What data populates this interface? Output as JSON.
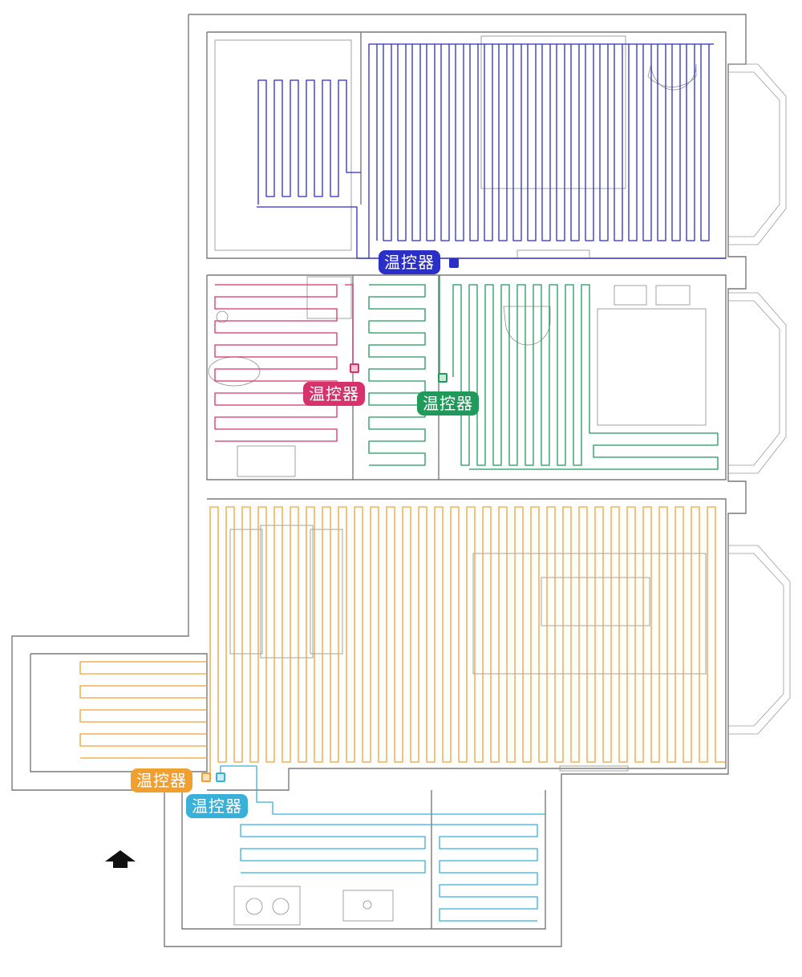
{
  "colors": {
    "bedroom_top": "#2a2fc7",
    "bathroom": "#d6336c",
    "bedroom_mid": "#1f9a5b",
    "living": "#f0a030",
    "kitchen": "#38b0d8",
    "wall": "#7a7a7a"
  },
  "thermostats": [
    {
      "id": "bedroom-top",
      "label": "温控器",
      "color": "#2a2fc7"
    },
    {
      "id": "bathroom",
      "label": "温控器",
      "color": "#d6336c"
    },
    {
      "id": "bedroom-mid",
      "label": "温控器",
      "color": "#1f9a5b"
    },
    {
      "id": "living",
      "label": "温控器",
      "color": "#f0a030"
    },
    {
      "id": "kitchen",
      "label": "温控器",
      "color": "#38b0d8"
    }
  ],
  "icons": {
    "entrance": "entrance-arrow-icon",
    "thermostat": "thermostat-icon"
  }
}
